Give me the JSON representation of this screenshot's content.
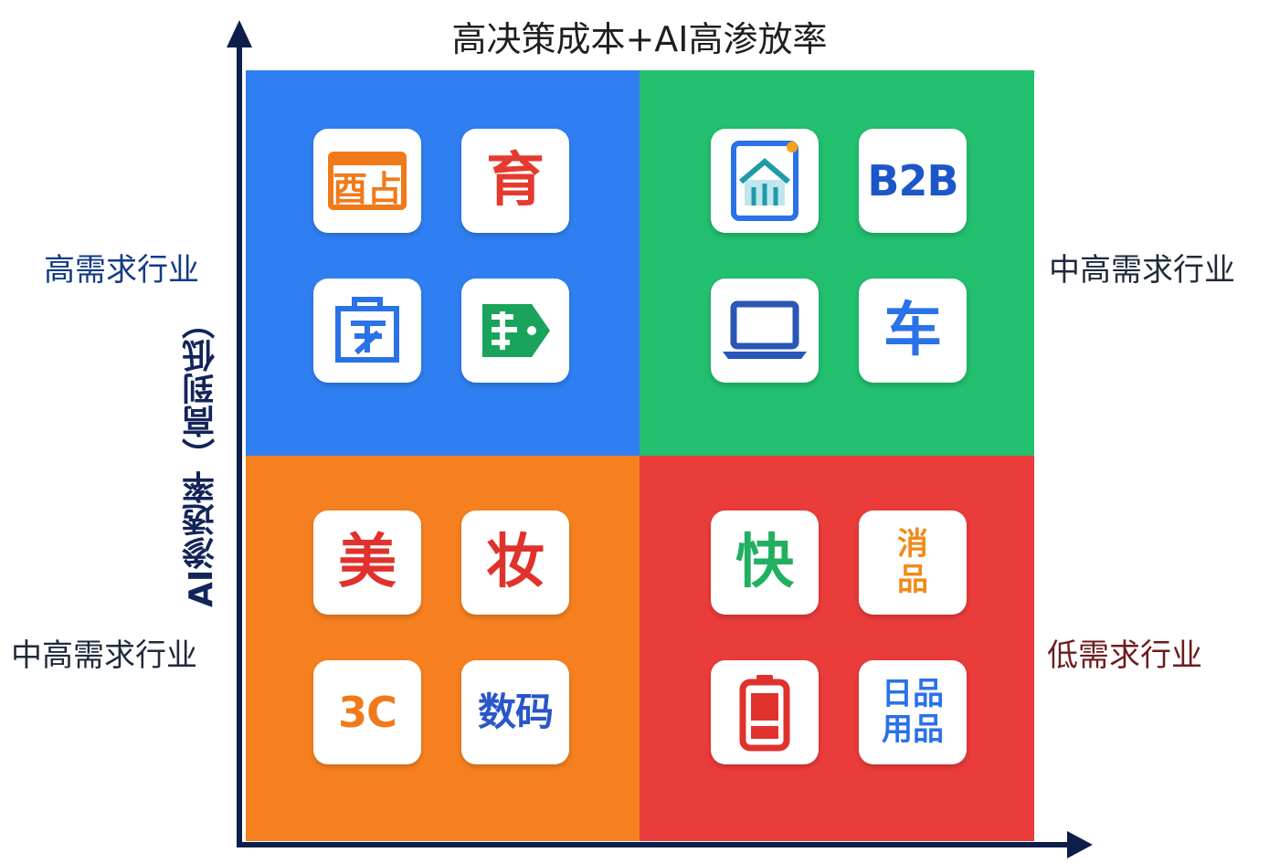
{
  "title": "高决策成本+AI高渗放率",
  "y_axis_label": "AI渗透率（高到低）",
  "side_labels": {
    "top_left": "高需求行业",
    "bottom_left": "中高需求行业",
    "top_right": "中高需求行业",
    "bottom_right": "低需求行业"
  },
  "colors": {
    "q_top_left": "#2f7ff2",
    "q_top_right": "#21bf6e",
    "q_bottom_left": "#f6801f",
    "q_bottom_right": "#ea3c3a",
    "axis": "#0e1e4a"
  },
  "quadrants": {
    "top_left": {
      "tiles": [
        {
          "text": "酉占",
          "color": "#f07a1a",
          "icon": "hotel-badge-icon"
        },
        {
          "text": "育",
          "color": "#e53a2f"
        },
        {
          "text": "",
          "color": "#2a72e8",
          "icon": "clinic-building-icon"
        },
        {
          "text": "",
          "color": "#19a35b",
          "icon": "tag-label-icon"
        }
      ]
    },
    "top_right": {
      "tiles": [
        {
          "text": "",
          "color": "#2a72e8",
          "icon": "house-card-icon"
        },
        {
          "text": "B2B",
          "color": "#1c56c9"
        },
        {
          "text": "",
          "color": "#2a56b8",
          "icon": "laptop-icon"
        },
        {
          "text": "车",
          "color": "#2a72e8"
        }
      ]
    },
    "bottom_left": {
      "tiles": [
        {
          "text": "美",
          "color": "#e0322d"
        },
        {
          "text": "妆",
          "color": "#e0322d"
        },
        {
          "text": "3C",
          "color": "#f07a1a"
        },
        {
          "text": "数码",
          "color": "#2a56c9"
        }
      ]
    },
    "bottom_right": {
      "tiles": [
        {
          "text": "快",
          "color": "#21b060"
        },
        {
          "text": "消\n品",
          "color": "#f08a1a"
        },
        {
          "text": "",
          "color": "#e0322d",
          "icon": "battery-phone-icon"
        },
        {
          "text": "日品\n用品",
          "color": "#2a72e8"
        }
      ]
    }
  }
}
